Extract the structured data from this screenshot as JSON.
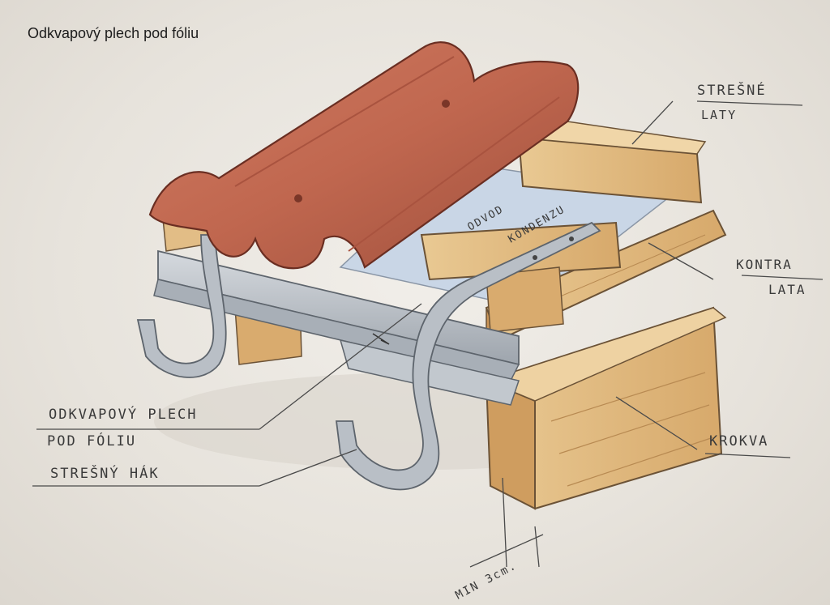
{
  "title": "Odkvapový plech pod fóliu",
  "labels": {
    "strecne_laty_1": "STREŠNÉ",
    "strecne_laty_2": "LATY",
    "kontra_lata_1": "KONTRA",
    "kontra_lata_2": "LATA",
    "krokva": "KROKVA",
    "odkvapovy_plech_1": "ODKVAPOVÝ PLECH",
    "odkvapovy_plech_2": "POD FÓLIU",
    "stresny_hak": "STREŠNÝ HÁK",
    "odvod_1": "ODVOD",
    "odvod_2": "KONDENZU",
    "dimension": "MIN 3cm."
  },
  "colors": {
    "tile": "#c0674f",
    "wood": "#e2bd86",
    "metal": "#b9bfc6",
    "foil": "#c9d6e6",
    "ink": "#3a3a3a"
  }
}
